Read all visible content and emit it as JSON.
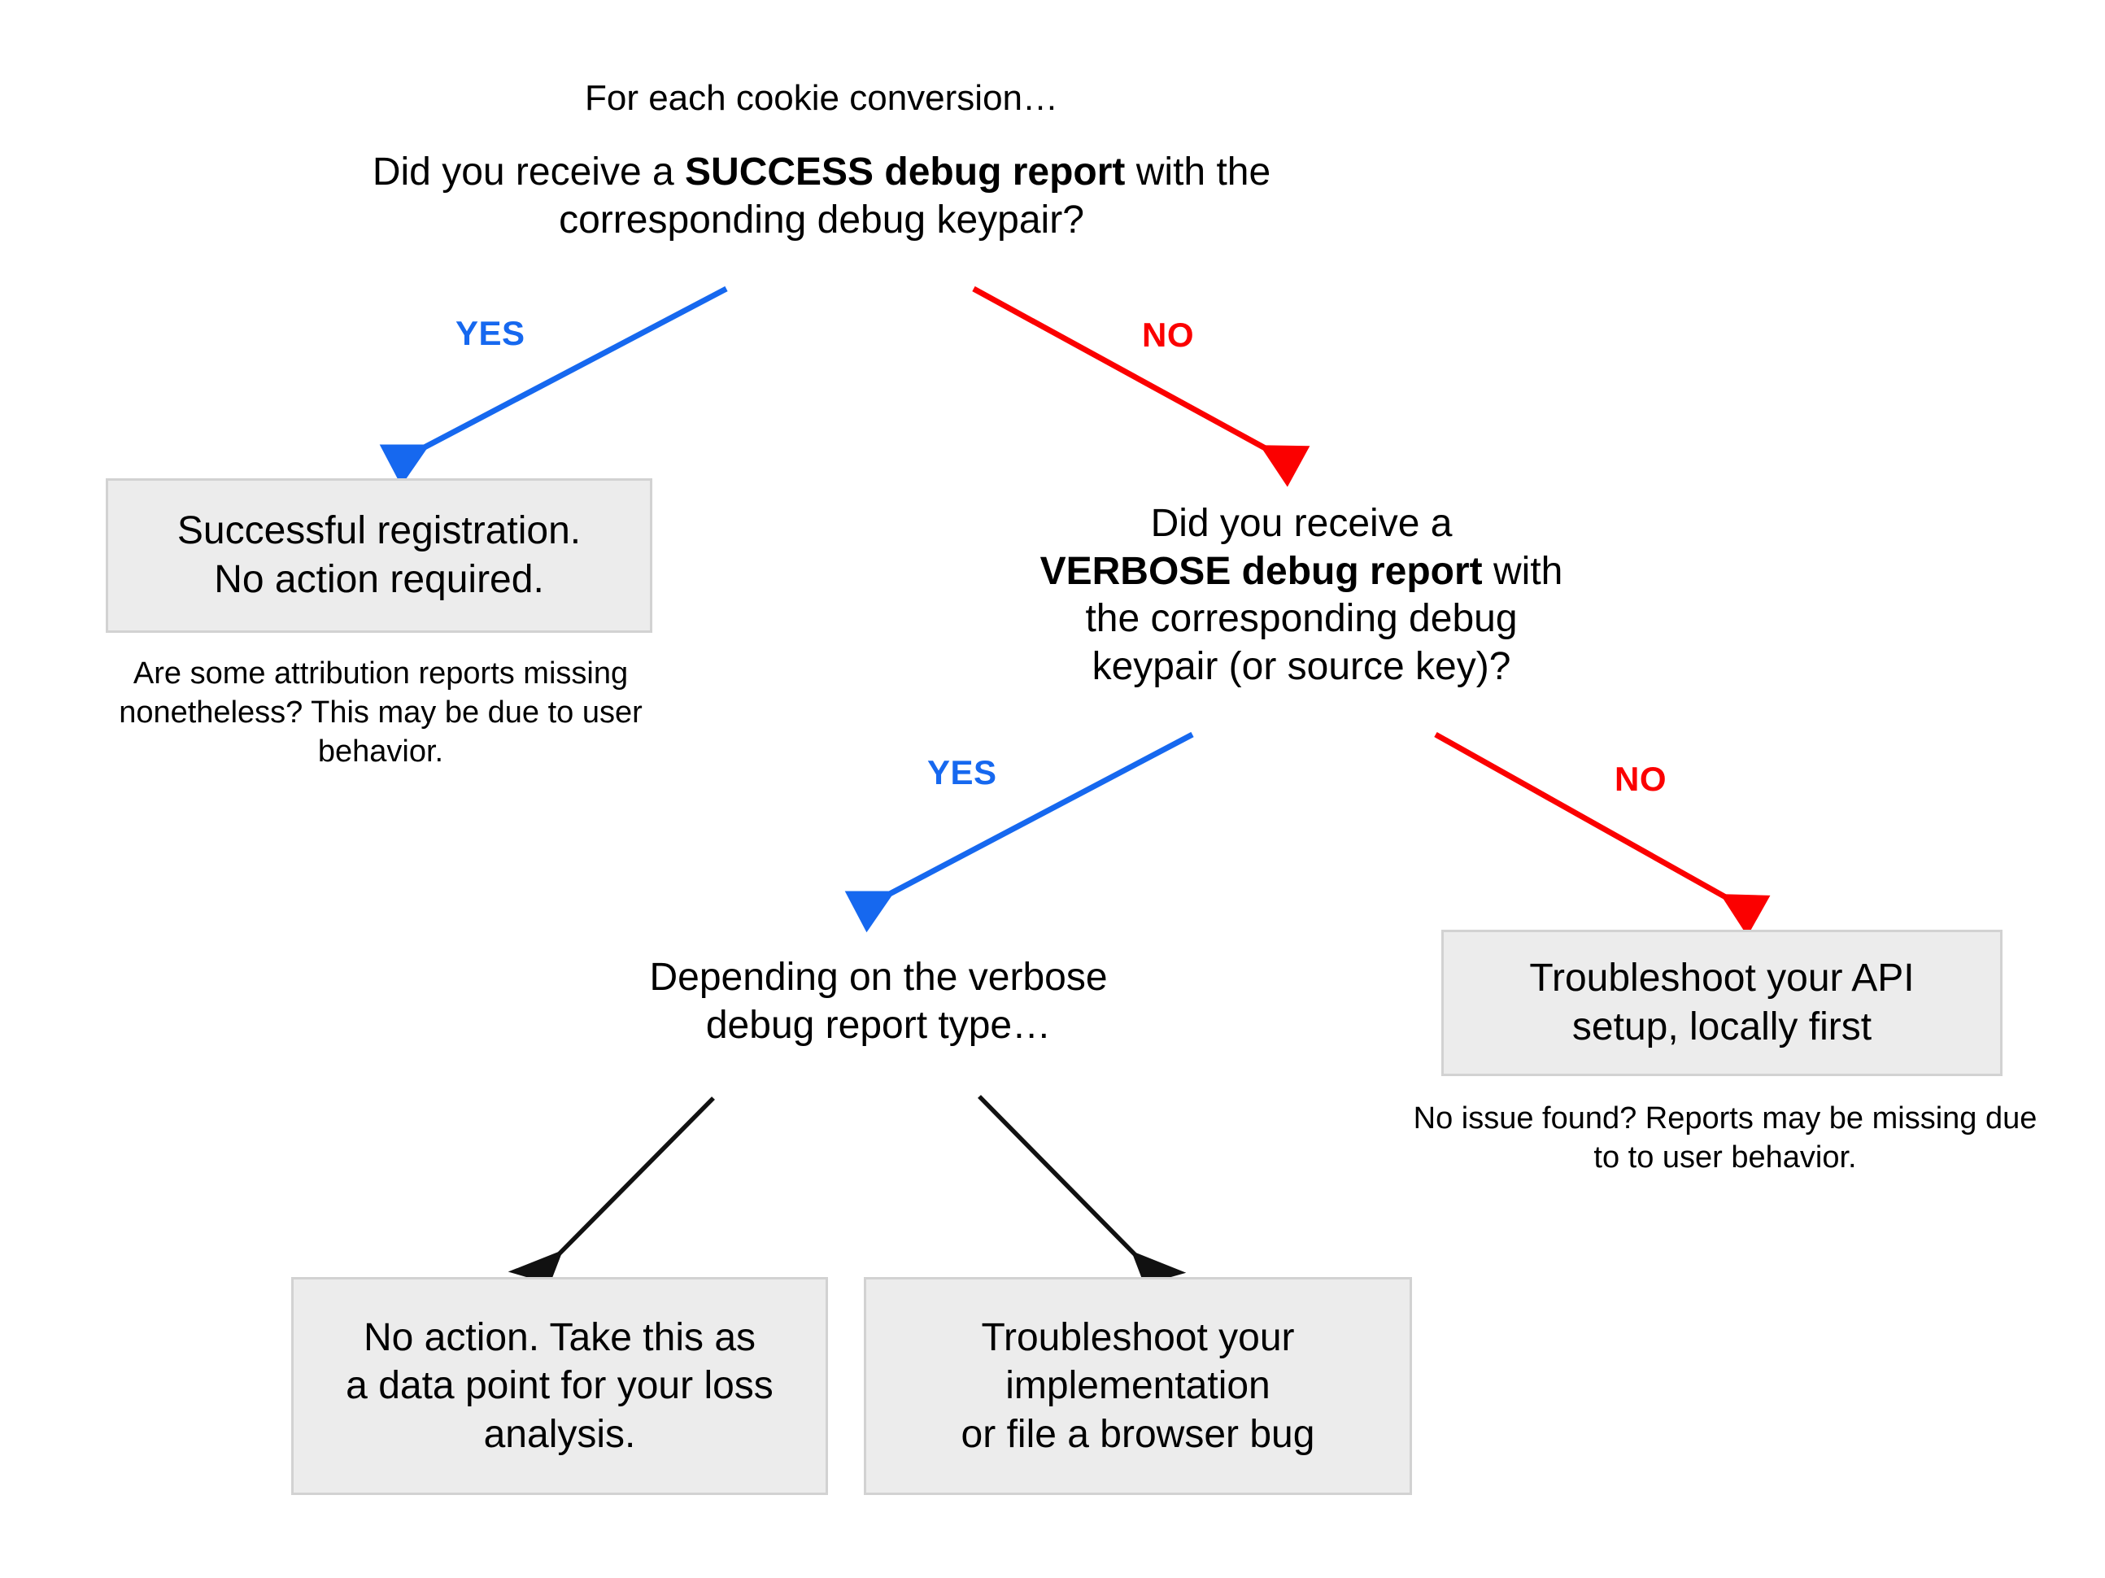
{
  "diagram": {
    "title": "Cookie conversion debug report troubleshooting decision tree",
    "colors": {
      "yes": "#1668ef",
      "no": "#fb0000",
      "neutral_arrow": "#000000",
      "box_fill": "#ececec",
      "box_border": "#d2d2d2",
      "text": "#000000",
      "background": "#ffffff"
    },
    "root": {
      "lead_text": "For each cookie conversion…",
      "question_prefix": "Did you receive a ",
      "question_bold": "SUCCESS debug report",
      "question_suffix": " with the corresponding debug keypair?"
    },
    "second_question": {
      "line1": "Did you receive a",
      "bold": "VERBOSE debug report",
      "after_bold": " with",
      "line3": "the corresponding debug",
      "line4": "keypair (or source key)?"
    },
    "depending_text": "Depending on the verbose debug report type…",
    "edge_labels": {
      "yes_top": "YES",
      "no_top": "NO",
      "yes_second": "YES",
      "no_second": "NO"
    },
    "boxes": {
      "successful_registration": "Successful registration.\nNo action required.",
      "troubleshoot_api": "Troubleshoot your API\nsetup, locally first",
      "no_action_loss": "No action. Take this as\na data point for your loss\nanalysis.",
      "troubleshoot_impl": "Troubleshoot your implementation\nor file a browser bug"
    },
    "captions": {
      "attribution_missing": "Are some attribution reports missing nonetheless? This may be due to user behavior.",
      "no_issue_found": "No issue found? Reports may be missing due to to user behavior."
    }
  }
}
